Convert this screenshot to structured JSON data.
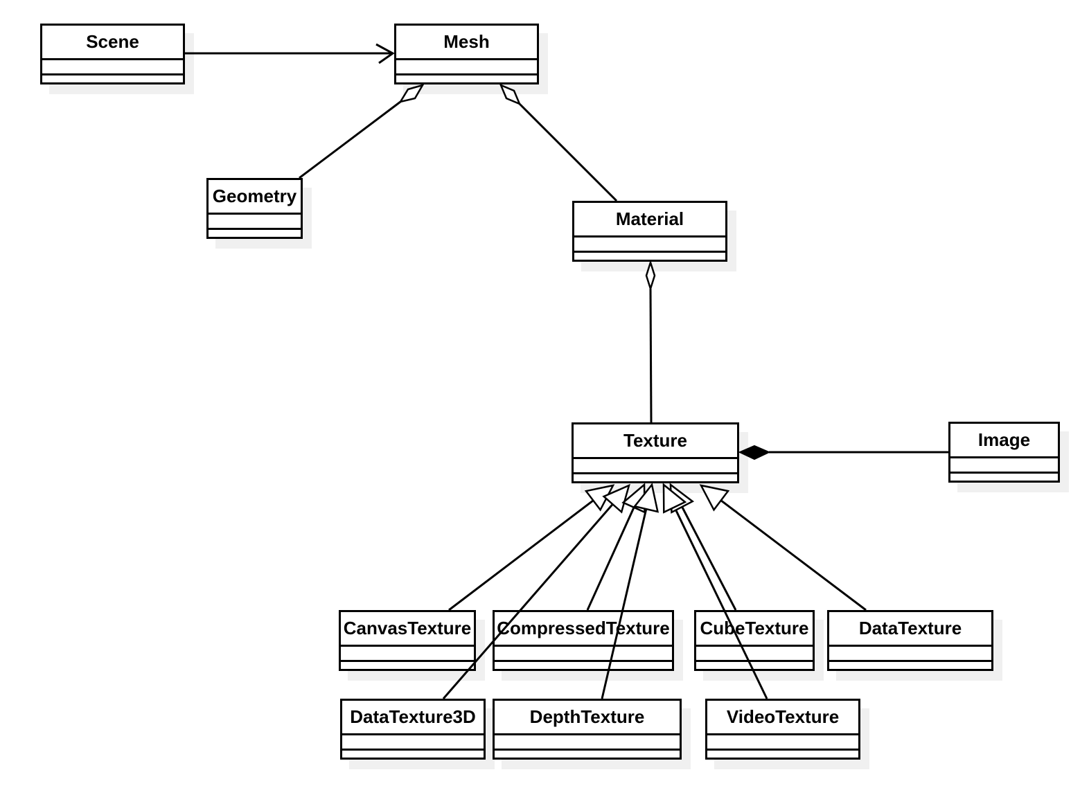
{
  "diagram": {
    "kind": "uml-class-diagram",
    "classes": [
      {
        "name": "Scene",
        "attributes": [],
        "operations": []
      },
      {
        "name": "Mesh",
        "attributes": [],
        "operations": []
      },
      {
        "name": "Geometry",
        "attributes": [],
        "operations": []
      },
      {
        "name": "Material",
        "attributes": [],
        "operations": []
      },
      {
        "name": "Texture",
        "attributes": [],
        "operations": []
      },
      {
        "name": "Image",
        "attributes": [],
        "operations": []
      },
      {
        "name": "CanvasTexture",
        "attributes": [],
        "operations": []
      },
      {
        "name": "CompressedTexture",
        "attributes": [],
        "operations": []
      },
      {
        "name": "CubeTexture",
        "attributes": [],
        "operations": []
      },
      {
        "name": "DataTexture",
        "attributes": [],
        "operations": []
      },
      {
        "name": "DataTexture3D",
        "attributes": [],
        "operations": []
      },
      {
        "name": "DepthTexture",
        "attributes": [],
        "operations": []
      },
      {
        "name": "VideoTexture",
        "attributes": [],
        "operations": []
      }
    ],
    "relationships": [
      {
        "from": "Scene",
        "to": "Mesh",
        "type": "directed-association"
      },
      {
        "from": "Mesh",
        "to": "Geometry",
        "type": "aggregation"
      },
      {
        "from": "Mesh",
        "to": "Material",
        "type": "aggregation"
      },
      {
        "from": "Material",
        "to": "Texture",
        "type": "aggregation"
      },
      {
        "from": "Texture",
        "to": "Image",
        "type": "composition"
      },
      {
        "from": "CanvasTexture",
        "to": "Texture",
        "type": "generalization"
      },
      {
        "from": "CompressedTexture",
        "to": "Texture",
        "type": "generalization"
      },
      {
        "from": "CubeTexture",
        "to": "Texture",
        "type": "generalization"
      },
      {
        "from": "DataTexture",
        "to": "Texture",
        "type": "generalization"
      },
      {
        "from": "DataTexture3D",
        "to": "Texture",
        "type": "generalization"
      },
      {
        "from": "DepthTexture",
        "to": "Texture",
        "type": "generalization"
      },
      {
        "from": "VideoTexture",
        "to": "Texture",
        "type": "generalization"
      }
    ],
    "colors": {
      "line": "#000000",
      "box_fill": "#ffffff",
      "box_border": "#000000",
      "shadow": "#f0f0f0",
      "background": "#ffffff"
    }
  }
}
